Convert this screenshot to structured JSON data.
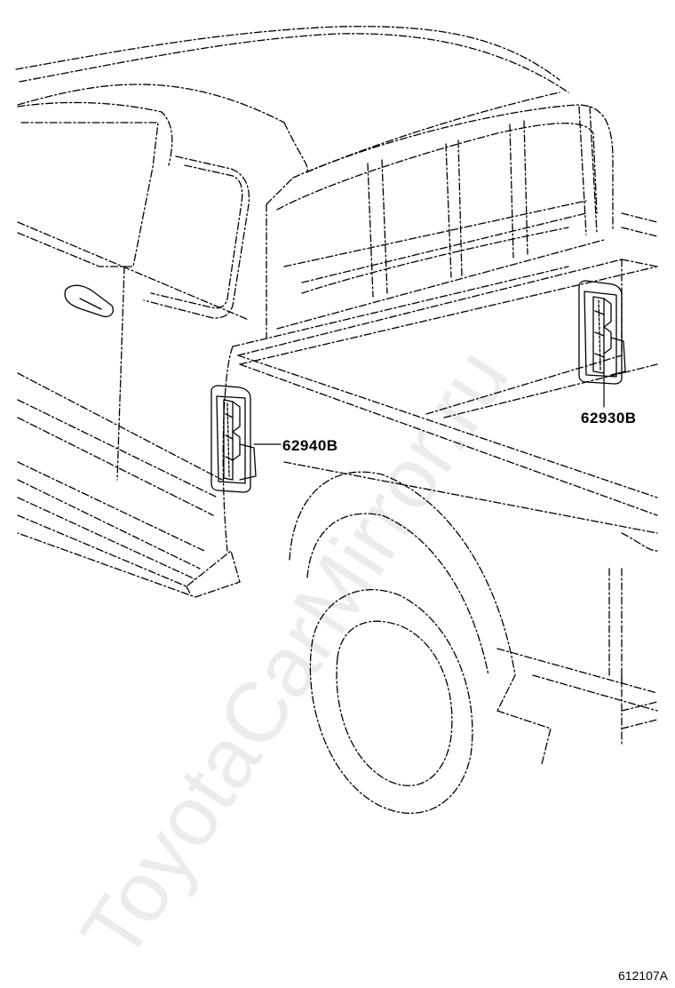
{
  "parts": {
    "left_bracket_label": "62940B",
    "right_bracket_label": "62930B"
  },
  "diagram_code": "612107A",
  "watermark_text": "ToyotaCarMirror.ru",
  "colors": {
    "line": "#000000",
    "background": "#ffffff"
  }
}
